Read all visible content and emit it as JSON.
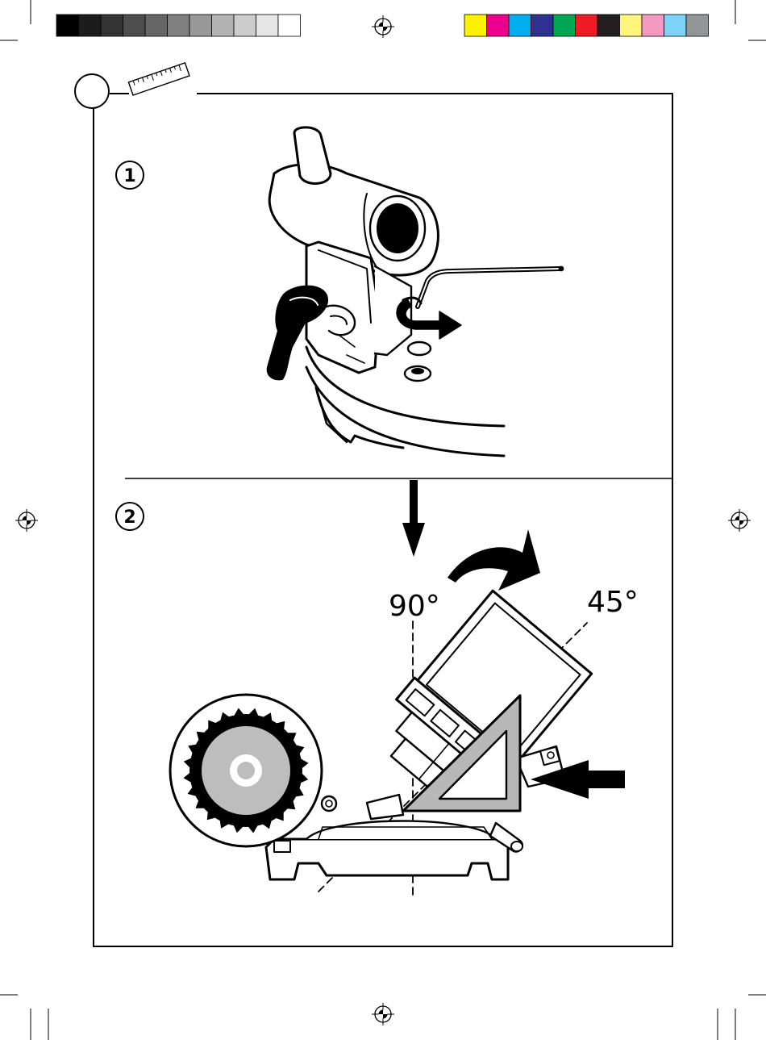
{
  "print_marks": {
    "gray_swatches": [
      "#000000",
      "#1c1c1c",
      "#333333",
      "#4d4d4d",
      "#666666",
      "#808080",
      "#999999",
      "#b3b3b3",
      "#cccccc",
      "#e6e6e6",
      "#ffffff"
    ],
    "color_swatches": [
      "#fff200",
      "#ec008c",
      "#00aeef",
      "#2e3192",
      "#00a651",
      "#ed1c24",
      "#231f20",
      "#fff57a",
      "#f49ac1",
      "#7dd3f7",
      "#939598"
    ]
  },
  "steps": [
    {
      "number": "1"
    },
    {
      "number": "2"
    }
  ],
  "angles": {
    "vertical": "90°",
    "bevel": "45°"
  },
  "colors": {
    "ink": "#000000",
    "blade_gray": "#bdbdbd",
    "square_gray": "#b8b8b8",
    "paper": "#ffffff"
  }
}
